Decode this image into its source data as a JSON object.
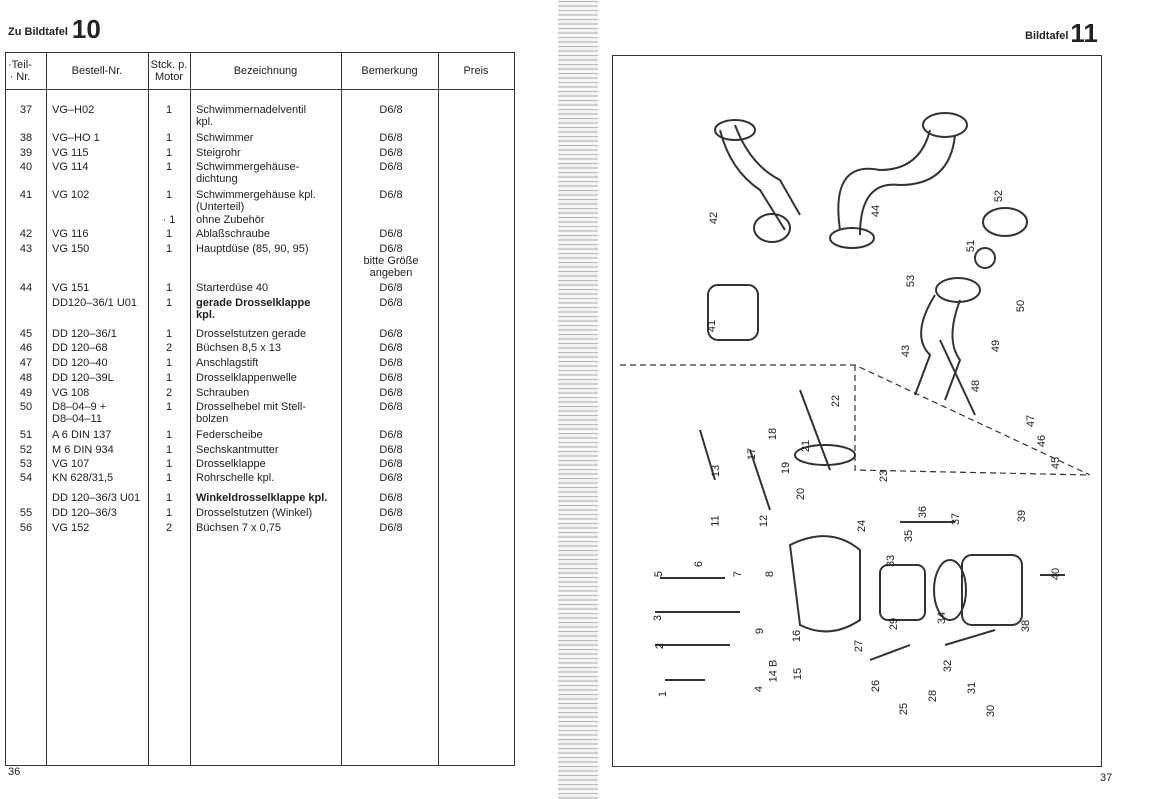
{
  "left_page": {
    "title_prefix": "Zu Bildtafel",
    "title_number": "10",
    "page_number": "36",
    "headers": [
      "·Teil-\n· Nr.",
      "Bestell-Nr.",
      "Stck. p.\nMotor",
      "Bezeichnung",
      "Bemerkung",
      "Preis"
    ],
    "rows": [
      {
        "nr": "37",
        "bestell": "VG–H02",
        "stck": "1",
        "bez": "Schwimmernadelventil\nkpl.",
        "bem": "D6/8"
      },
      {
        "nr": "38",
        "bestell": "VG–HO 1",
        "stck": "1",
        "bez": "Schwimmer",
        "bem": "D6/8"
      },
      {
        "nr": "39",
        "bestell": "VG 115",
        "stck": "1",
        "bez": "Steigrohr",
        "bem": "D6/8"
      },
      {
        "nr": "40",
        "bestell": "VG 114",
        "stck": "1",
        "bez": "Schwimmergehäuse-\ndichtung",
        "bem": "D6/8"
      },
      {
        "nr": "41",
        "bestell": "VG 102",
        "stck": "1",
        "bez": "Schwimmergehäuse kpl.\n(Unterteil)",
        "bem": "D6/8"
      },
      {
        "nr": "",
        "bestell": "",
        "stck": "· 1",
        "bez": "ohne Zubehör",
        "bem": ""
      },
      {
        "nr": "42",
        "bestell": "VG 116",
        "stck": "1",
        "bez": "Ablaßschraube",
        "bem": "D6/8"
      },
      {
        "nr": "43",
        "bestell": "VG 150",
        "stck": "1",
        "bez": "Hauptdüse (85, 90, 95)",
        "bem": "D6/8\nbitte Größe\nangeben"
      },
      {
        "nr": "44",
        "bestell": "VG 151",
        "stck": "1",
        "bez": "Starterdüse 40",
        "bem": "D6/8"
      },
      {
        "nr": "",
        "bestell": "DD120–36/1 U01",
        "stck": "1",
        "bez": "gerade Drosselklappe\nkpl.",
        "bem": "D6/8",
        "bold": true
      },
      {
        "nr": "45",
        "bestell": "DD 120–36/1",
        "stck": "1",
        "bez": "Drosselstutzen gerade",
        "bem": "D6/8"
      },
      {
        "nr": "46",
        "bestell": "DD 120–68",
        "stck": "2",
        "bez": "Büchsen 8,5 x 13",
        "bem": "D6/8"
      },
      {
        "nr": "47",
        "bestell": "DD 120–40",
        "stck": "1",
        "bez": "Anschlagstift",
        "bem": "D6/8"
      },
      {
        "nr": "48",
        "bestell": "DD 120–39L",
        "stck": "1",
        "bez": "Drosselklappenwelle",
        "bem": "D6/8"
      },
      {
        "nr": "49",
        "bestell": "VG 108",
        "stck": "2",
        "bez": "Schrauben",
        "bem": "D6/8"
      },
      {
        "nr": "50",
        "bestell": "D8–04–9 +\nD8–04–11",
        "stck": "1",
        "bez": "Drosselhebel mit Stell-\nbolzen",
        "bem": "D6/8"
      },
      {
        "nr": "51",
        "bestell": "A 6 DIN 137",
        "stck": "1",
        "bez": "Federscheibe",
        "bem": "D6/8"
      },
      {
        "nr": "52",
        "bestell": "M 6 DIN 934",
        "stck": "1",
        "bez": "Sechskantmutter",
        "bem": "D6/8"
      },
      {
        "nr": "53",
        "bestell": "VG 107",
        "stck": "1",
        "bez": "Drosselklappe",
        "bem": "D6/8"
      },
      {
        "nr": "54",
        "bestell": "KN 628/31,5",
        "stck": "1",
        "bez": "Rohrschelle kpl.",
        "bem": "D6/8"
      },
      {
        "nr": "",
        "bestell": "DD 120–36/3 U01",
        "stck": "1",
        "bez": "Winkeldrosselklappe kpl.",
        "bem": "D6/8",
        "bold": true
      },
      {
        "nr": "55",
        "bestell": "DD 120–36/3",
        "stck": "1",
        "bez": "Drosselstutzen (Winkel)",
        "bem": "D6/8"
      },
      {
        "nr": "56",
        "bestell": "VG 152",
        "stck": "2",
        "bez": "Büchsen 7 x 0,75",
        "bem": "D6/8"
      }
    ]
  },
  "right_page": {
    "title_prefix": "Bildtafel",
    "title_number": "11",
    "page_number": "37",
    "callouts": [
      "42",
      "44",
      "52",
      "51",
      "53",
      "50",
      "41",
      "43",
      "49",
      "48",
      "22",
      "47",
      "46",
      "45",
      "21",
      "18",
      "17",
      "19",
      "13",
      "23",
      "20",
      "12",
      "11",
      "24",
      "36",
      "35",
      "37",
      "39",
      "5",
      "6",
      "7",
      "8",
      "33",
      "40",
      "3",
      "9",
      "16",
      "29",
      "34",
      "38",
      "2",
      "27",
      "14 B",
      "15",
      "32",
      "1",
      "4",
      "26",
      "28",
      "31",
      "25",
      "30"
    ]
  }
}
